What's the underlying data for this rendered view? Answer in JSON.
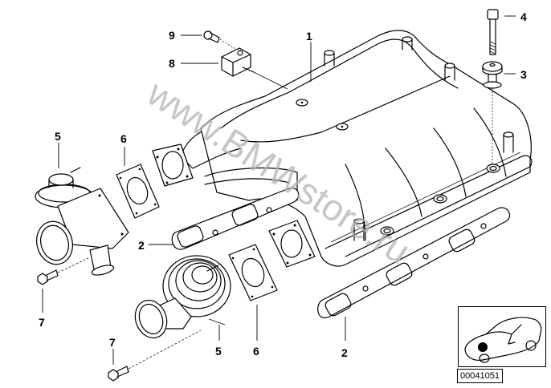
{
  "diagram": {
    "title_ref_number": "00041051",
    "watermark": "www.BMWstore.ru",
    "callouts": [
      {
        "id": "1",
        "label": "1",
        "part": "intake-manifold"
      },
      {
        "id": "2a",
        "label": "2",
        "part": "manifold-gasket"
      },
      {
        "id": "2b",
        "label": "2",
        "part": "manifold-gasket"
      },
      {
        "id": "3",
        "label": "3",
        "part": "rubber-mount-bushing"
      },
      {
        "id": "4",
        "label": "4",
        "part": "hex-bolt-long"
      },
      {
        "id": "5a",
        "label": "5",
        "part": "egr-valve"
      },
      {
        "id": "5b",
        "label": "5",
        "part": "egr-valve"
      },
      {
        "id": "6a",
        "label": "6",
        "part": "egr-gasket"
      },
      {
        "id": "6b",
        "label": "6",
        "part": "egr-gasket"
      },
      {
        "id": "7a",
        "label": "7",
        "part": "hex-bolt-short"
      },
      {
        "id": "7b",
        "label": "7",
        "part": "hex-bolt-short"
      },
      {
        "id": "8",
        "label": "8",
        "part": "sensor-bracket"
      },
      {
        "id": "9",
        "label": "9",
        "part": "screw"
      }
    ],
    "locator": {
      "icon": "car-locator-icon",
      "marker_color": "#000000"
    }
  }
}
